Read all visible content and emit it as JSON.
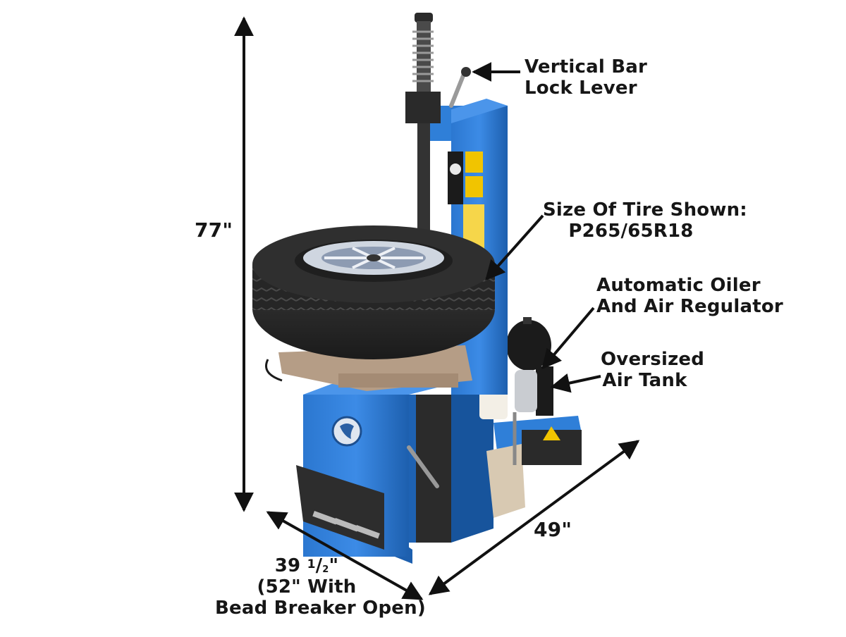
{
  "dimensions": {
    "height": "77\"",
    "depth": "49\"",
    "width_line1_main": "39",
    "width_line1_frac_num": "1",
    "width_line1_frac_sep": "/",
    "width_line1_frac_den": "2",
    "width_line1_close": "\"",
    "width_line2": "(52\" With",
    "width_line3": "Bead Breaker Open)"
  },
  "callouts": {
    "lock_lever_1": "Vertical Bar",
    "lock_lever_2": "Lock Lever",
    "tire_size_1": "Size Of Tire Shown:",
    "tire_size_2": "P265/65R18",
    "oiler_1": "Automatic Oiler",
    "oiler_2": "And Air Regulator",
    "tank_1": "Oversized",
    "tank_2": "Air Tank"
  },
  "colors": {
    "machine_blue": "#2f7fd8",
    "machine_dark_blue": "#1d5fae",
    "tire_black": "#2a2a2a",
    "arrow": "#111111"
  }
}
